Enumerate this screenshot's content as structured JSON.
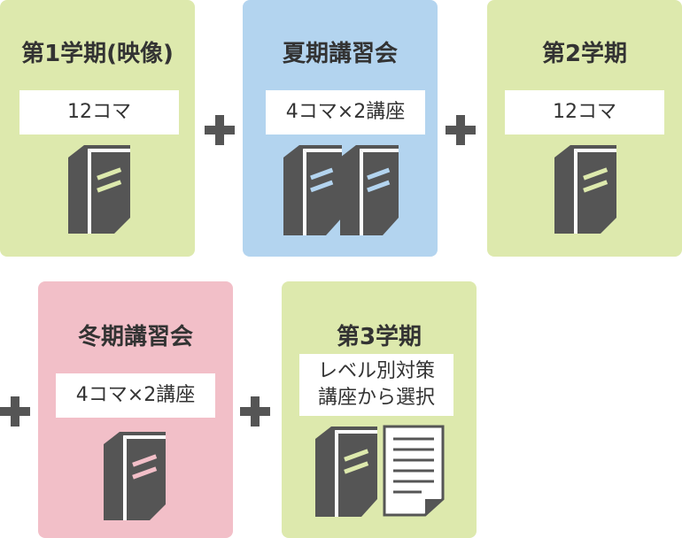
{
  "colors": {
    "green_card": "#dde9ad",
    "blue_card": "#b3d4ef",
    "pink_card": "#f2bfc8",
    "icon": "#555555",
    "text": "#333333"
  },
  "cards": [
    {
      "title": "第1学期(映像)",
      "label": "12コマ",
      "icon": "single-book-icon"
    },
    {
      "title": "夏期講習会",
      "label": "4コマ×2講座",
      "icon": "two-books-icon"
    },
    {
      "title": "第2学期",
      "label": "12コマ",
      "icon": "single-book-icon"
    },
    {
      "title": "冬期講習会",
      "label": "4コマ×2講座",
      "icon": "single-book-icon"
    },
    {
      "title": "第3学期",
      "label_line1": "レベル別対策",
      "label_line2": "講座から選択",
      "icon": "book-and-document-icon"
    }
  ],
  "connectors": [
    "plus-icon",
    "plus-icon",
    "plus-icon",
    "plus-icon"
  ]
}
